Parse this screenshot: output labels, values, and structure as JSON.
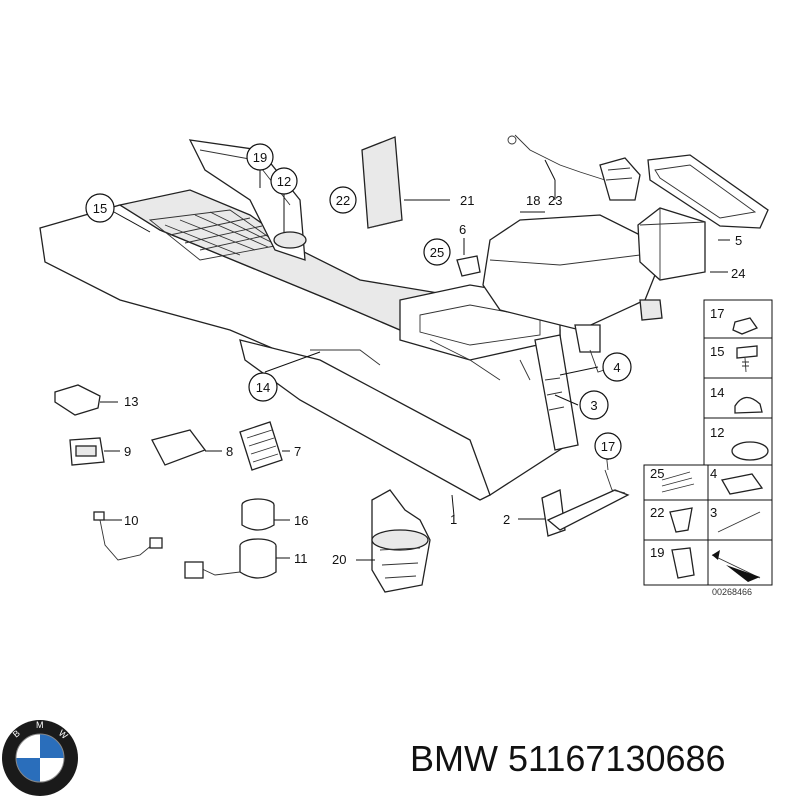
{
  "callouts": {
    "c1": "1",
    "c2": "2",
    "c3": "3",
    "c4": "4",
    "c5": "5",
    "c6": "6",
    "c7": "7",
    "c8": "8",
    "c9": "9",
    "c10": "10",
    "c11": "11",
    "c12": "12",
    "c13": "13",
    "c14": "14",
    "c15": "15",
    "c16": "16",
    "c17": "17",
    "c18": "18",
    "c19": "19",
    "c20": "20",
    "c21": "21",
    "c22": "22",
    "c23": "23",
    "c24": "24",
    "c25": "25"
  },
  "legend": {
    "l17": "17",
    "l15": "15",
    "l14": "14",
    "l12": "12",
    "l25": "25",
    "l4": "4",
    "l22": "22",
    "l3": "3",
    "l19": "19"
  },
  "catalog_number": "00268466",
  "footer": {
    "brand": "BMW",
    "part_number": "51167130686"
  },
  "logo": {
    "text": "BMW",
    "colors": {
      "blue": "#2a6ebb",
      "ring": "#1a1a1a",
      "white": "#ffffff"
    }
  }
}
